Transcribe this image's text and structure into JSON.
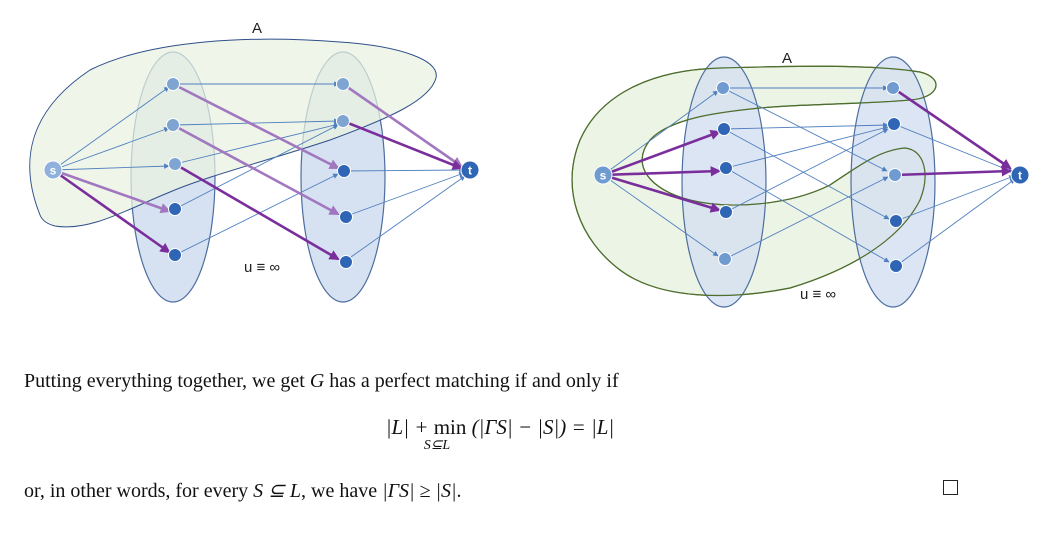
{
  "figure": {
    "left": {
      "set_label": "A",
      "capacity_note": "u ≡ ∞",
      "source_label": "s",
      "sink_label": "t"
    },
    "right": {
      "set_label": "A",
      "capacity_note": "u ≡ ∞",
      "source_label": "s",
      "sink_label": "t"
    },
    "colors": {
      "partition_fill": "#d6e1f1",
      "partition_stroke": "#4d6e9e",
      "region_fill": "#e9f3e0",
      "region_stroke": "#4e6e2e",
      "node_dark": "#2f65b5",
      "node_light": "#6f9bd0",
      "edge_thin": "#4f7fbf",
      "edge_thick": "#7a2e9c",
      "edge_thick_light": "#a177bf"
    }
  },
  "text": {
    "line1_prefix": "Putting everything together, we get",
    "line1_var": "G",
    "line1_suffix": "has a perfect matching if and only if",
    "eq_left": "|L| +",
    "eq_min": "min",
    "eq_min_sub": "S⊆L",
    "eq_body": "(|ΓS| − |S|) = |L|",
    "line3_prefix": "or, in other words, for every",
    "line3_cond": "S ⊆ L",
    "line3_mid": ", we have",
    "line3_ineq": "|ΓS| ≥ |S|",
    "line3_end": "."
  }
}
